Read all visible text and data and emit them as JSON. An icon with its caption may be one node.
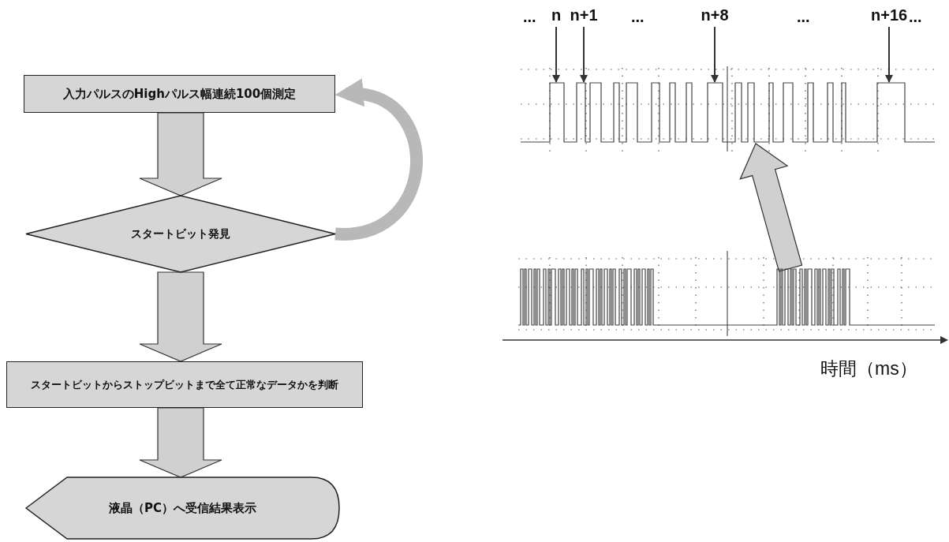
{
  "diagram": {
    "nodes": [
      {
        "text": [
          "入力パルスのHighパルス幅連続100個測定"
        ]
      },
      {
        "text": [
          "スタートビット発見"
        ]
      },
      {
        "text": [
          "スタートビットからストップビットまで全て正常なデータかを判断"
        ]
      },
      {
        "text": [
          "液晶（PC）へ受信結果表示"
        ]
      },
      {
        "text": [
          "n"
        ]
      },
      {
        "text": [
          "n+1"
        ]
      },
      {
        "text": [
          "n+8"
        ]
      },
      {
        "text": [
          "n+16"
        ]
      },
      {
        "text": [],
        "shape": "picture"
      },
      {
        "text": [],
        "shape": "picture"
      }
    ],
    "edges": [
      {
        "from": 0,
        "to": 1,
        "arrow": "to"
      },
      {
        "from": 1,
        "to": 2,
        "arrow": "to"
      },
      {
        "from": 2,
        "to": 3,
        "arrow": "to"
      },
      {
        "from": 1,
        "to": 0,
        "arrow": "to",
        "style": "thick",
        "color": "#b8b8b8"
      },
      {
        "from": 4,
        "to": 8,
        "arrow": "to"
      },
      {
        "from": 5,
        "to": 8,
        "arrow": "to"
      },
      {
        "from": 6,
        "to": 8,
        "arrow": "to"
      },
      {
        "from": 7,
        "to": 8,
        "arrow": "to"
      },
      {
        "from": 9,
        "to": 8,
        "arrow": "to"
      }
    ],
    "labels": [
      "...",
      "...",
      "...",
      "...",
      "時間（ms）"
    ]
  }
}
